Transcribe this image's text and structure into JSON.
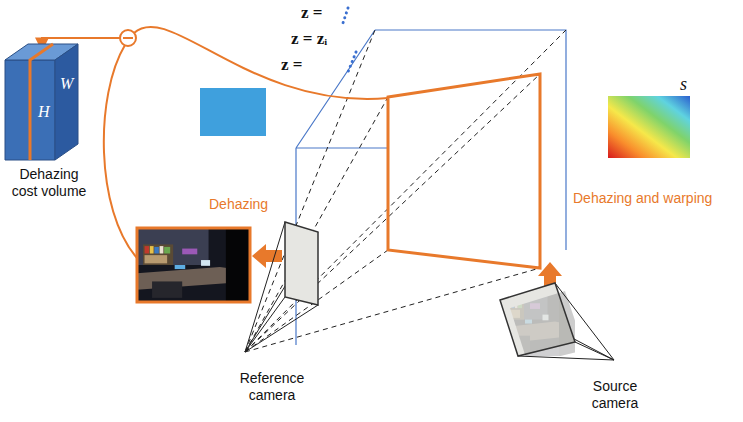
{
  "diagram": {
    "nodes": [
      {
        "text": [
          "W",
          "H",
          "Dehazing cost volume"
        ]
      },
      {
        "text": [
          "Reference camera"
        ]
      },
      {
        "text": [
          "Source camera"
        ]
      },
      {
        "text": [
          "s"
        ]
      }
    ],
    "labels": [
      "z =",
      "z = zᵢ",
      "z =",
      "Dehazing",
      "Dehazing and warping"
    ]
  }
}
